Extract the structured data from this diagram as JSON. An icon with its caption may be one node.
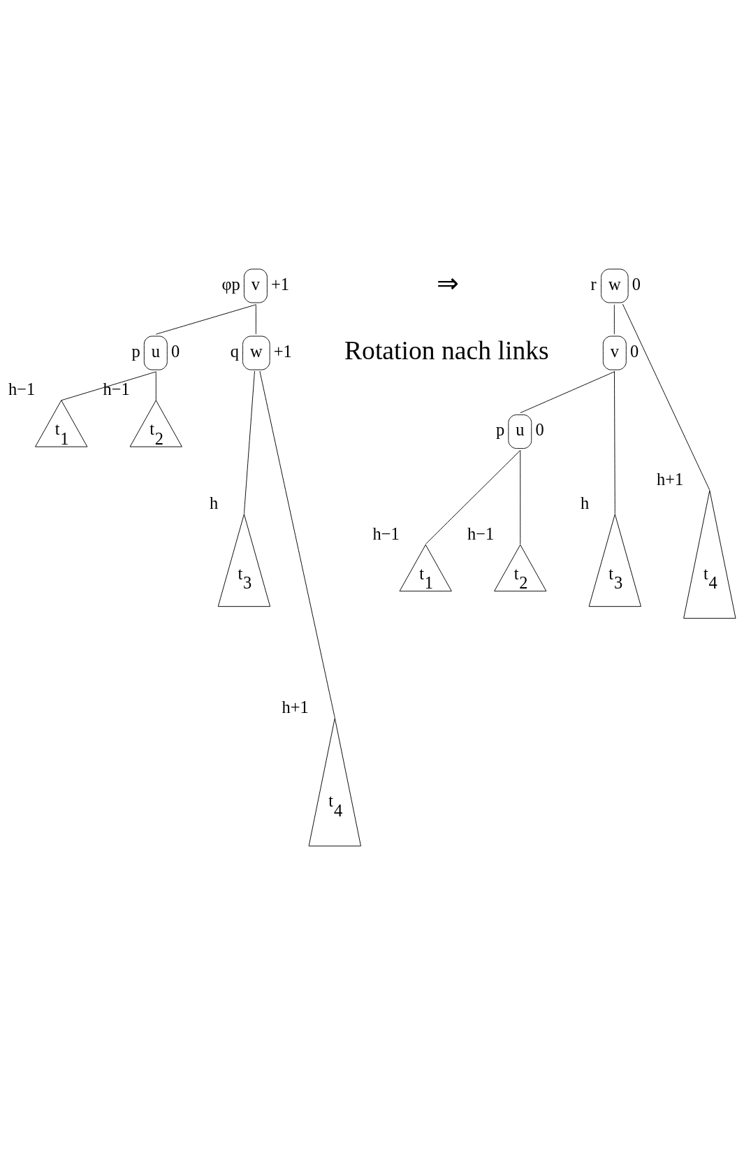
{
  "diagram": {
    "nodes": [
      {
        "text": [
          "v"
        ],
        "beside": [
          "φp",
          "+1"
        ]
      },
      {
        "text": [
          "u"
        ],
        "beside": [
          "p",
          "0"
        ]
      },
      {
        "text": [
          "w"
        ],
        "beside": [
          "q",
          "+1"
        ]
      },
      {
        "text": [
          "t$_{1}$"
        ],
        "beside": [
          "h−1"
        ]
      },
      {
        "text": [
          "t$_{2}$"
        ],
        "beside": [
          "h−1"
        ]
      },
      {
        "text": [
          "t$_{3}$"
        ],
        "beside": [
          "h"
        ]
      },
      {
        "text": [
          "t$_{4}$"
        ],
        "beside": [
          "h+1"
        ]
      },
      {
        "text": [
          "w"
        ],
        "beside": [
          "r",
          "0"
        ]
      },
      {
        "text": [
          "v"
        ],
        "beside": [
          "0"
        ]
      },
      {
        "text": [
          "u"
        ],
        "beside": [
          "p",
          "0"
        ]
      },
      {
        "text": [
          "t$_{1}$"
        ],
        "beside": [
          "h−1"
        ]
      },
      {
        "text": [
          "t$_{2}$"
        ],
        "beside": [
          "h−1"
        ]
      },
      {
        "text": [
          "t$_{3}$"
        ],
        "beside": [
          "h"
        ]
      },
      {
        "text": [
          "t$_{4}$"
        ],
        "beside": [
          "h+1"
        ]
      }
    ],
    "edges": [
      {
        "from": 0,
        "to": 1,
        "arrow": "none"
      },
      {
        "from": 0,
        "to": 2,
        "arrow": "none"
      },
      {
        "from": 1,
        "to": 3,
        "arrow": "none"
      },
      {
        "from": 1,
        "to": 4,
        "arrow": "none"
      },
      {
        "from": 2,
        "to": 5,
        "arrow": "none"
      },
      {
        "from": 2,
        "to": 6,
        "arrow": "none"
      },
      {
        "from": 7,
        "to": 8,
        "arrow": "none"
      },
      {
        "from": 7,
        "to": 13,
        "arrow": "none"
      },
      {
        "from": 8,
        "to": 9,
        "arrow": "none"
      },
      {
        "from": 8,
        "to": 12,
        "arrow": "none"
      },
      {
        "from": 9,
        "to": 10,
        "arrow": "none"
      },
      {
        "from": 9,
        "to": 11,
        "arrow": "none"
      }
    ],
    "labels": [
      "⇒",
      "Rotation nach links"
    ]
  }
}
